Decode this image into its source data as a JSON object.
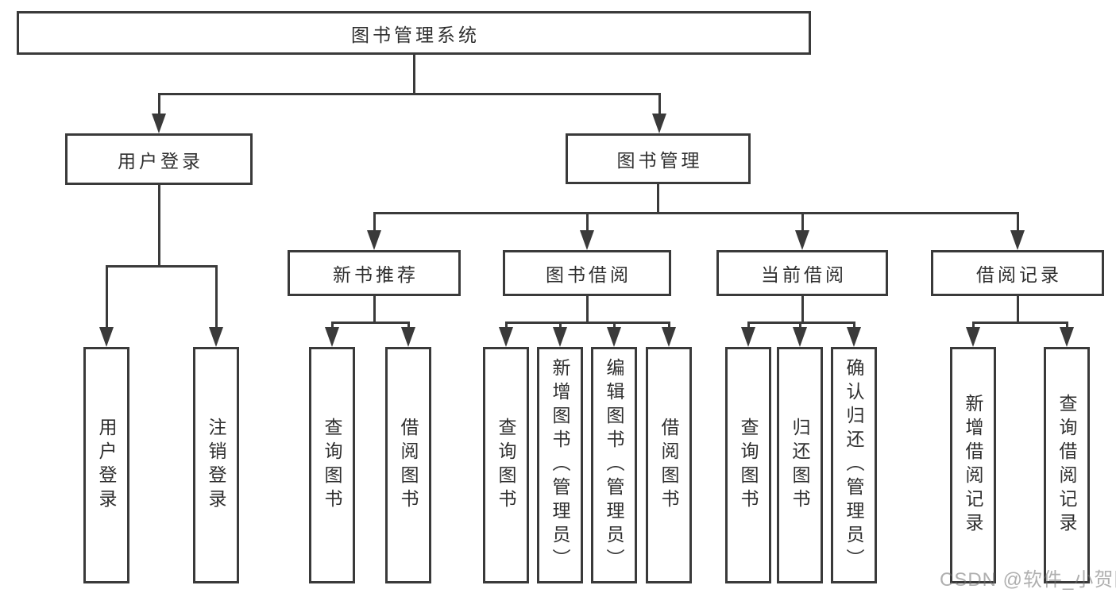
{
  "diagram": {
    "root": {
      "label": "图书管理系统"
    },
    "branches": [
      {
        "label": "用户登录",
        "children": [
          {
            "label": "用户登录"
          },
          {
            "label": "注销登录"
          }
        ]
      },
      {
        "label": "图书管理",
        "sections": [
          {
            "label": "新书推荐",
            "children": [
              {
                "label": "查询图书"
              },
              {
                "label": "借阅图书"
              }
            ]
          },
          {
            "label": "图书借阅",
            "children": [
              {
                "label": "查询图书"
              },
              {
                "label": "新增图书（管理员）"
              },
              {
                "label": "编辑图书（管理员）"
              },
              {
                "label": "借阅图书"
              }
            ]
          },
          {
            "label": "当前借阅",
            "children": [
              {
                "label": "查询图书"
              },
              {
                "label": "归还图书"
              },
              {
                "label": "确认归还（管理员）"
              }
            ]
          },
          {
            "label": "借阅记录",
            "children": [
              {
                "label": "新增借阅记录"
              },
              {
                "label": "查询借阅记录"
              }
            ]
          }
        ]
      }
    ]
  },
  "watermark": {
    "text": "CSDN @软件_小贺同学"
  },
  "colors": {
    "line": "#3a3a3a",
    "text": "#2f2f2f",
    "background": "#ffffff"
  }
}
